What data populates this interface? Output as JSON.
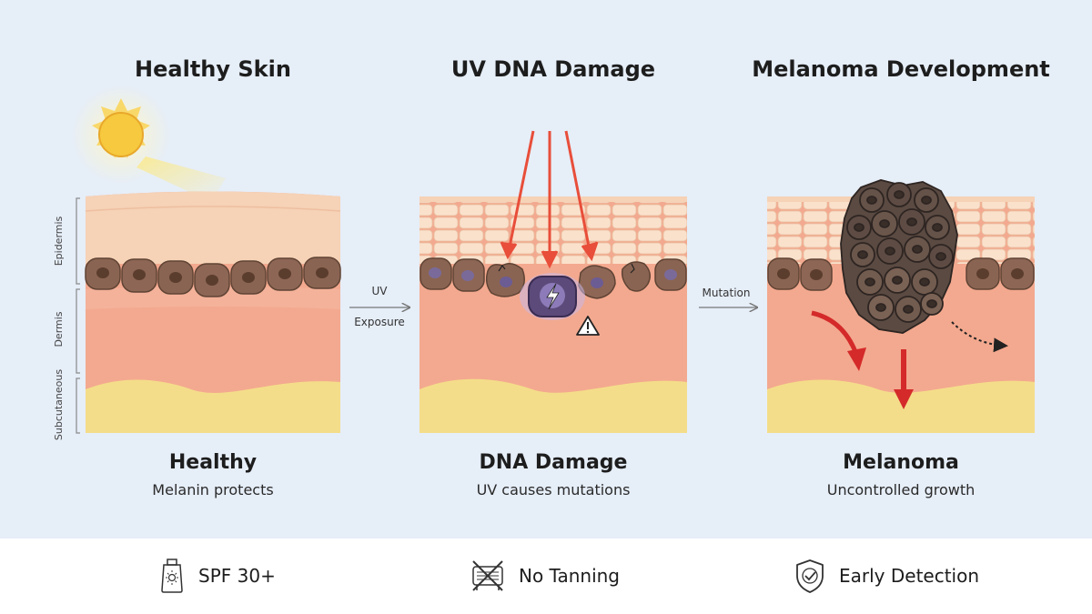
{
  "panels": [
    {
      "title": "Healthy Skin",
      "caption": "Healthy",
      "subcaption": "Melanin protects"
    },
    {
      "title": "UV DNA Damage",
      "caption": "DNA Damage",
      "subcaption": "UV causes mutations"
    },
    {
      "title": "Melanoma Development",
      "caption": "Melanoma",
      "subcaption": "Uncontrolled growth"
    }
  ],
  "layers": {
    "epidermis": "Epidermis",
    "dermis": "Dermis",
    "subcutaneous": "Subcutaneous"
  },
  "arrows": {
    "uv_line1": "UV",
    "uv_line2": "Exposure",
    "mutation": "Mutation"
  },
  "tips": [
    {
      "label": "SPF 30+",
      "icon": "sunscreen-bottle-icon"
    },
    {
      "label": "No Tanning",
      "icon": "no-tanning-bed-icon"
    },
    {
      "label": "Early Detection",
      "icon": "shield-check-icon"
    }
  ],
  "colors": {
    "background": "#e6eef8",
    "epidermis": "#f6d2b6",
    "dermis": "#f3a98f",
    "subcutaneous": "#f4dd8a",
    "melanocyte": "#8a6452",
    "melanoma": "#5a4a42",
    "uv_ray": "#e84e3a",
    "growth_arrow": "#d42a2a",
    "sun": "#f6c93f"
  }
}
